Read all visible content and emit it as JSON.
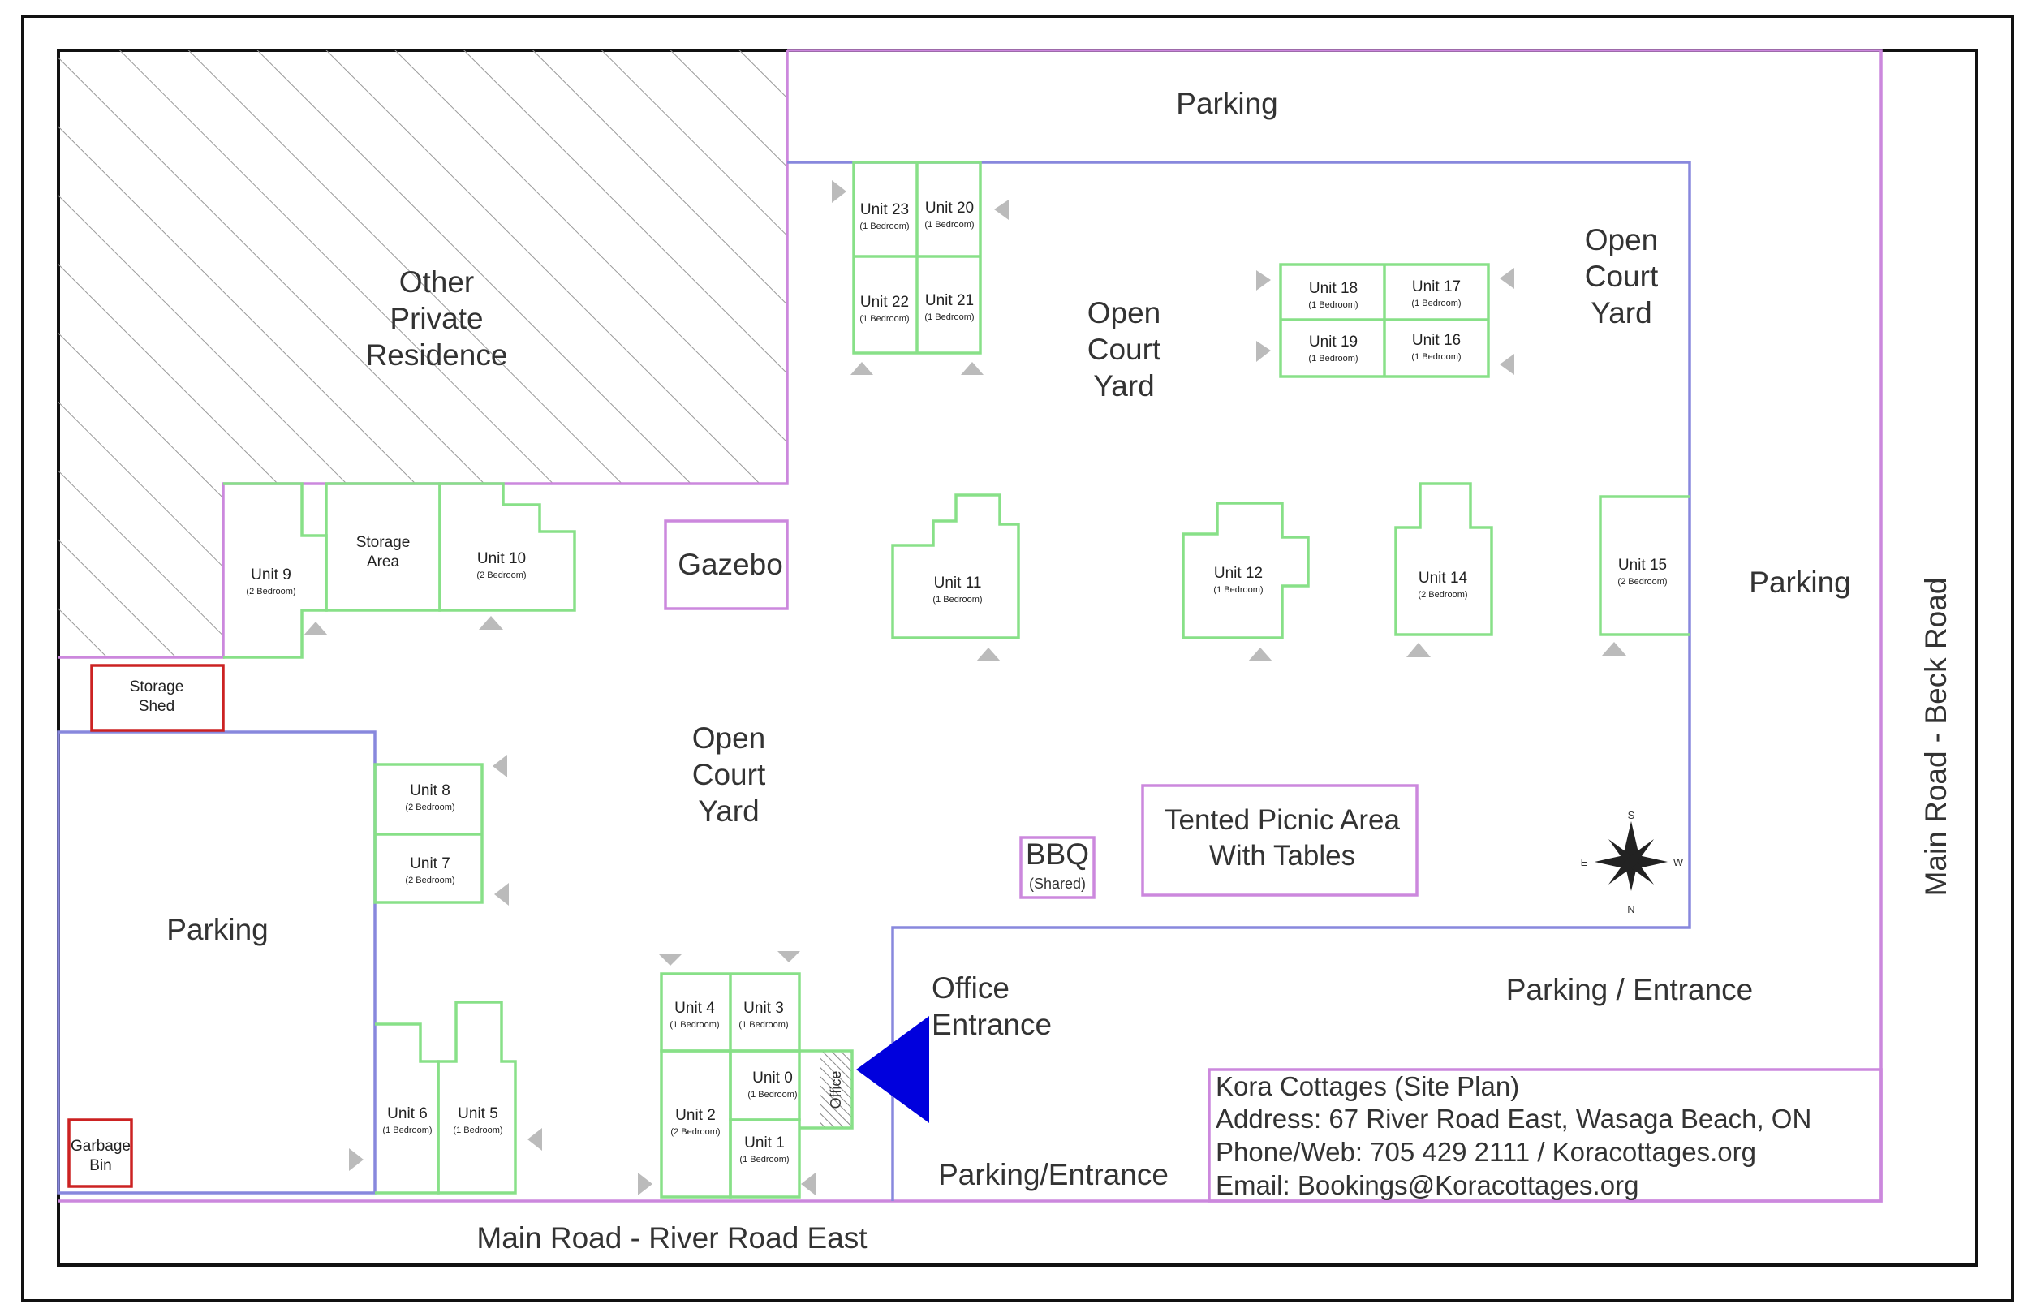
{
  "areas": {
    "parking_top": "Parking",
    "parking_left": "Parking",
    "parking_right": "Parking",
    "parking_entrance_right": "Parking / Entrance",
    "parking_entrance_bottom": "Parking/Entrance",
    "other_residence": [
      "Other",
      "Private",
      "Residence"
    ],
    "courtyard": [
      "Open",
      "Court",
      "Yard"
    ],
    "gazebo": "Gazebo",
    "storage_area": [
      "Storage",
      "Area"
    ],
    "storage_shed": [
      "Storage",
      "Shed"
    ],
    "garbage_bin": [
      "Garbage",
      "Bin"
    ],
    "bbq": "BBQ",
    "bbq_sub": "(Shared)",
    "tented": [
      "Tented Picnic Area",
      "With Tables"
    ],
    "office_entrance": [
      "Office",
      "Entrance"
    ],
    "office": "Office"
  },
  "roads": {
    "bottom": "Main Road - River Road East",
    "right": "Main Road - Beck Road"
  },
  "compass": {
    "n": "N",
    "s": "S",
    "e": "E",
    "w": "W"
  },
  "units": {
    "u0": {
      "name": "Unit 0",
      "beds": "(1 Bedroom)"
    },
    "u1": {
      "name": "Unit 1",
      "beds": "(1 Bedroom)"
    },
    "u2": {
      "name": "Unit 2",
      "beds": "(2 Bedroom)"
    },
    "u3": {
      "name": "Unit 3",
      "beds": "(1 Bedroom)"
    },
    "u4": {
      "name": "Unit 4",
      "beds": "(1 Bedroom)"
    },
    "u5": {
      "name": "Unit 5",
      "beds": "(1 Bedroom)"
    },
    "u6": {
      "name": "Unit 6",
      "beds": "(1 Bedroom)"
    },
    "u7": {
      "name": "Unit 7",
      "beds": "(2 Bedroom)"
    },
    "u8": {
      "name": "Unit 8",
      "beds": "(2 Bedroom)"
    },
    "u9": {
      "name": "Unit 9",
      "beds": "(2 Bedroom)"
    },
    "u10": {
      "name": "Unit 10",
      "beds": "(2 Bedroom)"
    },
    "u11": {
      "name": "Unit 11",
      "beds": "(1 Bedroom)"
    },
    "u12": {
      "name": "Unit 12",
      "beds": "(1 Bedroom)"
    },
    "u14": {
      "name": "Unit 14",
      "beds": "(2 Bedroom)"
    },
    "u15": {
      "name": "Unit 15",
      "beds": "(2 Bedroom)"
    },
    "u16": {
      "name": "Unit 16",
      "beds": "(1 Bedroom)"
    },
    "u17": {
      "name": "Unit 17",
      "beds": "(1 Bedroom)"
    },
    "u18": {
      "name": "Unit 18",
      "beds": "(1 Bedroom)"
    },
    "u19": {
      "name": "Unit 19",
      "beds": "(1 Bedroom)"
    },
    "u20": {
      "name": "Unit 20",
      "beds": "(1 Bedroom)"
    },
    "u21": {
      "name": "Unit 21",
      "beds": "(1 Bedroom)"
    },
    "u22": {
      "name": "Unit 22",
      "beds": "(1 Bedroom)"
    },
    "u23": {
      "name": "Unit 23",
      "beds": "(1 Bedroom)"
    }
  },
  "info": {
    "line1": "Kora Cottages (Site Plan)",
    "line2": "Address: 67 River Road East, Wasaga Beach, ON",
    "line3": "Phone/Web: 705 429 2111 / Koracottages.org",
    "line4": "Email: Bookings@Koracottages.org"
  },
  "colors": {
    "unit_outline": "#88e088",
    "property_outline": "#cc88dd",
    "parking_outline": "#8888dd",
    "shed_outline": "#cc2222",
    "entrance_marker": "#0000dd",
    "door_marker": "#bbbbbb"
  }
}
